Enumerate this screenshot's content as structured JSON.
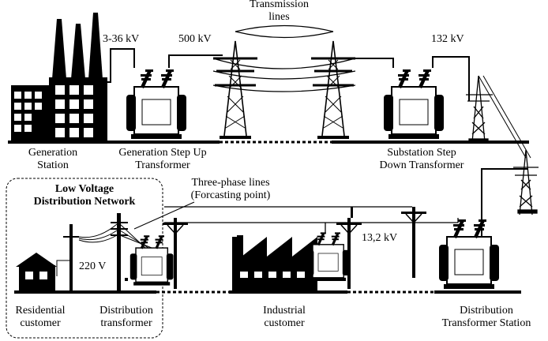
{
  "labels": {
    "transmission_lines_1": "Transmission",
    "transmission_lines_2": "lines",
    "v_3_36": "3-36 kV",
    "v_500": "500 kV",
    "v_132": "132 kV",
    "generation_station_1": "Generation",
    "generation_station_2": "Station",
    "gen_step_up_1": "Generation Step Up",
    "gen_step_up_2": "Transformer",
    "substation_1": "Substation Step",
    "substation_2": "Down Transformer",
    "lv_network_1": "Low Voltage",
    "lv_network_2": "Distribution Network",
    "three_phase_1": "Three-phase lines",
    "three_phase_2": "(Forcasting point)",
    "v_13_2": "13,2 kV",
    "v_220": "220 V",
    "residential_1": "Residential",
    "residential_2": "customer",
    "distribution_tr_1": "Distribution",
    "distribution_tr_2": "transformer",
    "industrial_1": "Industrial",
    "industrial_2": "customer",
    "dist_station_1": "Distribution",
    "dist_station_2": "Transformer Station"
  },
  "icons": [
    "factory-icon",
    "transformer-icon",
    "transmission-tower-icon",
    "utility-pole-icon",
    "house-icon",
    "industrial-building-icon"
  ]
}
